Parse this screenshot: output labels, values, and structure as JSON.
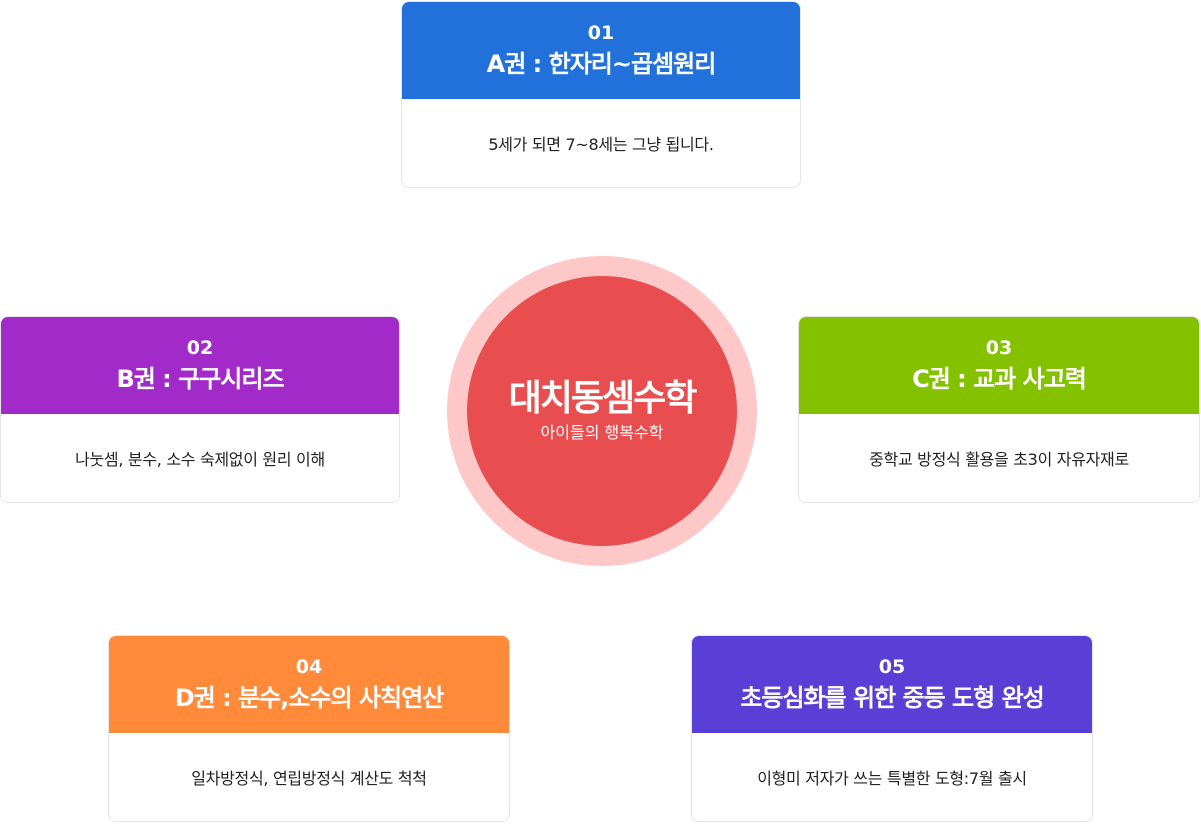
{
  "center": {
    "title": "대치동셈수학",
    "subtitle": "아이들의 행복수학",
    "colors": {
      "outer": "#ffc8c8",
      "inner": "#e84e4f"
    }
  },
  "cards": [
    {
      "number": "01",
      "title": "A권 : 한자리~곱셈원리",
      "description": "5세가 되면 7~8세는 그냥 됩니다.",
      "color": "#2270d9"
    },
    {
      "number": "02",
      "title": "B권 : 구구시리즈",
      "description": "나눗셈, 분수, 소수 숙제없이 원리 이해",
      "color": "#a12ac9"
    },
    {
      "number": "03",
      "title": "C권 : 교과 사고력",
      "description": "중학교 방정식 활용을 초3이 자유자재로",
      "color": "#84c200"
    },
    {
      "number": "04",
      "title": "D권 : 분수,소수의 사칙연산",
      "description": "일차방정식, 연립방정식 계산도 척척",
      "color": "#ff8a3a"
    },
    {
      "number": "05",
      "title": "초등심화를 위한 중등 도형 완성",
      "description": "이형미 저자가 쓰는 특별한 도형:7월 출시",
      "color": "#5a3fd6"
    }
  ]
}
